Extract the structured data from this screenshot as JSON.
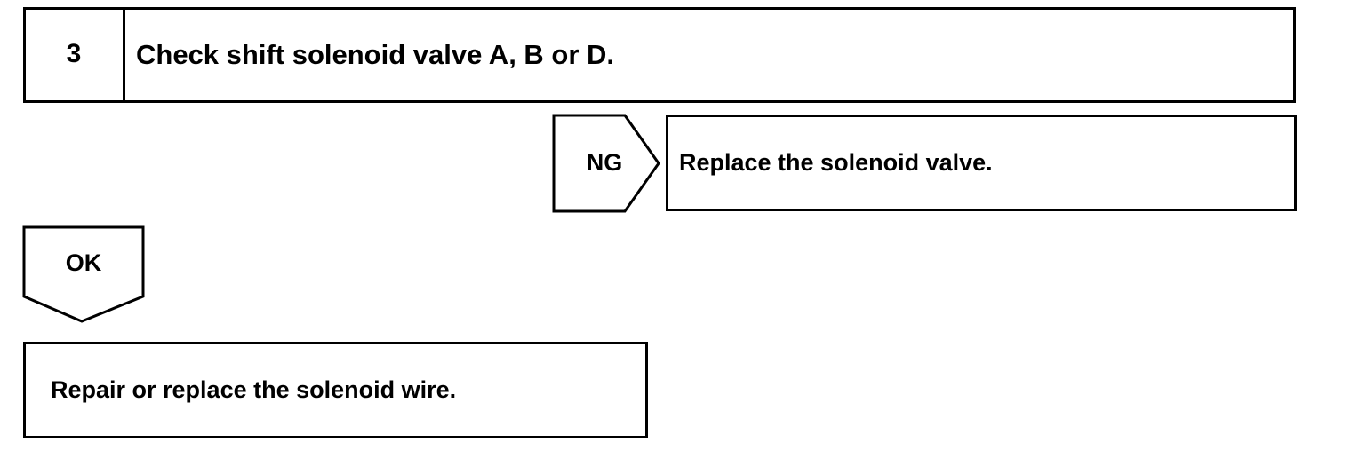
{
  "step": {
    "number": "3",
    "title": "Check shift solenoid valve A, B or D."
  },
  "ng_branch": {
    "label": "NG",
    "result": "Replace the solenoid valve."
  },
  "ok_branch": {
    "label": "OK",
    "result": "Repair or replace the solenoid wire."
  },
  "colors": {
    "stroke": "#000000",
    "background": "#ffffff"
  }
}
